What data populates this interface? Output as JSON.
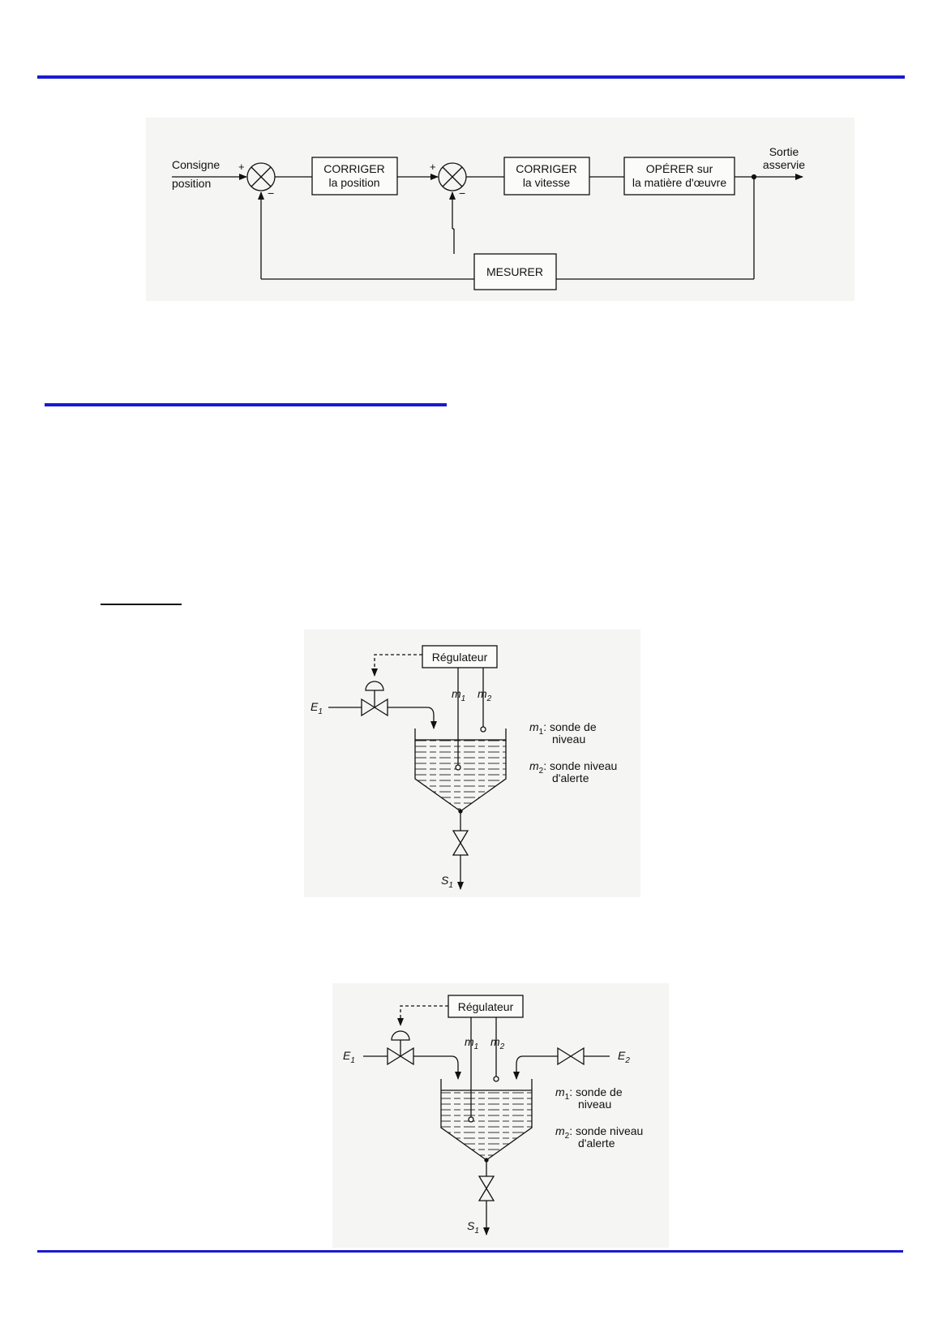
{
  "colors": {
    "rule": "#1a1ad0",
    "panel": "#f5f5f3",
    "ink": "#111111"
  },
  "block_diagram": {
    "input_label_1": "Consigne",
    "input_label_2": "position",
    "plus": "+",
    "minus": "−",
    "box1_line1": "CORRIGER",
    "box1_line2": "la position",
    "box2_line1": "CORRIGER",
    "box2_line2": "la vitesse",
    "box3_line1": "OPÉRER sur",
    "box3_line2": "la matière d'œuvre",
    "measure": "MESURER",
    "output_line1": "Sortie",
    "output_line2": "asservie"
  },
  "tank1": {
    "regulator": "Régulateur",
    "inlet": "E",
    "inlet_sub": "1",
    "outlet": "S",
    "outlet_sub": "1",
    "m": "m",
    "m1_sub": "1",
    "m2_sub": "2",
    "legend_m1_a": ": sonde de",
    "legend_m1_b": "niveau",
    "legend_m2_a": ": sonde niveau",
    "legend_m2_b": "d'alerte"
  },
  "tank2": {
    "regulator": "Régulateur",
    "inlet": "E",
    "inlet_sub": "1",
    "inlet2": "E",
    "inlet2_sub": "2",
    "outlet": "S",
    "outlet_sub": "1",
    "m": "m",
    "m1_sub": "1",
    "m2_sub": "2",
    "legend_m1_a": ": sonde de",
    "legend_m1_b": "niveau",
    "legend_m2_a": ": sonde niveau",
    "legend_m2_b": "d'alerte"
  }
}
